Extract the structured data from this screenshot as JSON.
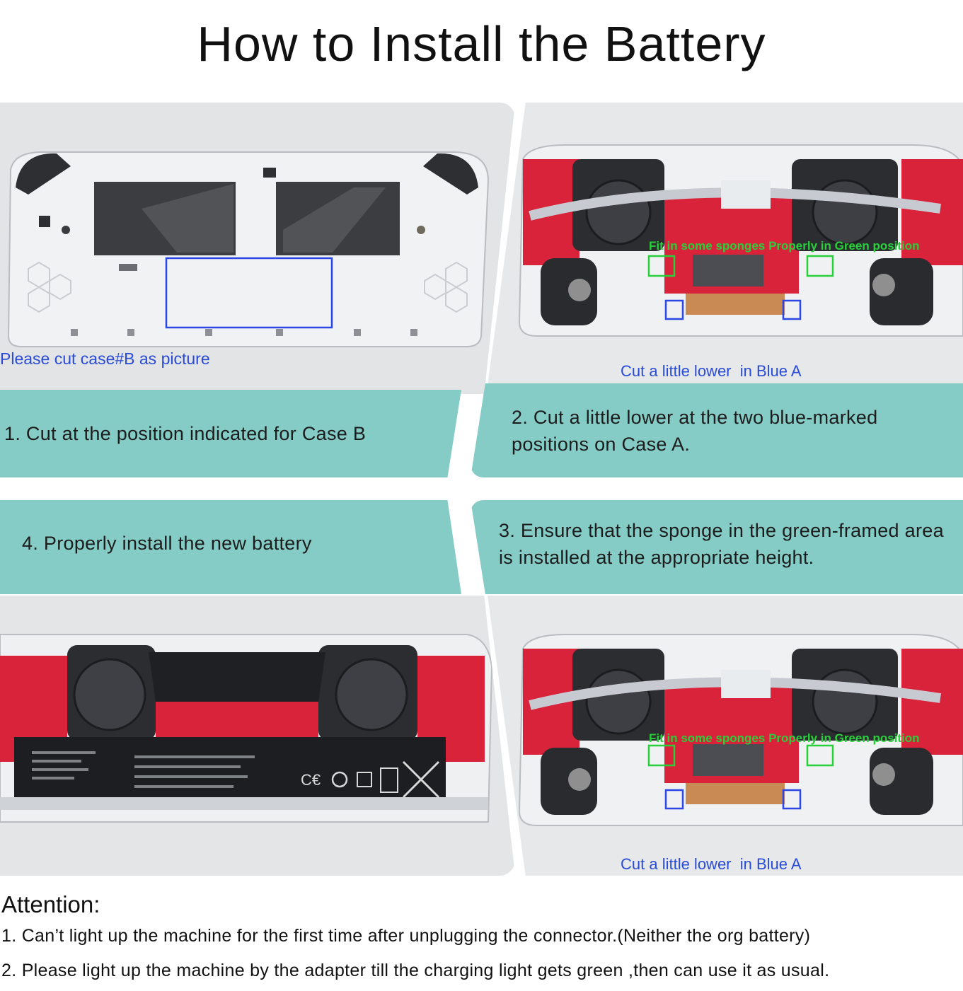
{
  "title": "How to Install the Battery",
  "steps": {
    "step1": {
      "image_caption": "Please cut case#B as picture",
      "label": "1. Cut at the position indicated for Case B"
    },
    "step2": {
      "image_caption": "Cut a little lower  in Blue A",
      "green_note": "Fit in some sponges Properly in Green position",
      "label": "2. Cut a little lower at the two blue-marked positions on Case A."
    },
    "step3": {
      "image_caption": "Cut a little lower  in Blue A",
      "green_note": "Fit in some sponges Properly in Green position",
      "label": "3. Ensure that the sponge in the green-framed area is installed at the appropriate height."
    },
    "step4": {
      "label": "4. Properly install the new battery"
    }
  },
  "attention": {
    "heading": "Attention:",
    "items": [
      "1. Can’t light up the machine for the first time after unplugging the connector.(Neither the org battery)",
      "2. Please light up the machine by the adapter till the charging light gets green ,then can use it as usual."
    ]
  },
  "colors": {
    "teal": "#86ccc6",
    "caption_blue": "#2a4bd7",
    "marker_blue": "#2b47e6",
    "marker_green": "#28d03a",
    "pcb_red": "#d8233a"
  }
}
